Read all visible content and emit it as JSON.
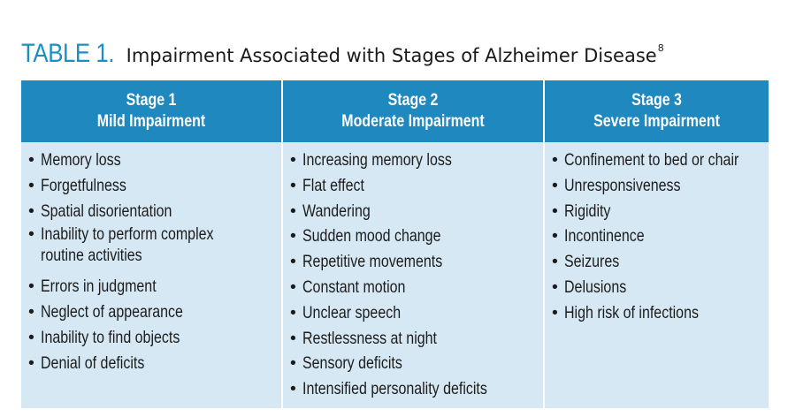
{
  "title": {
    "label": "TABLE 1.",
    "text": "Impairment Associated with Stages of Alzheimer Disease",
    "superscript": "8"
  },
  "colors": {
    "title_label": "#1b8fc4",
    "header_bg": "#1e88bf",
    "body_bg": "#d6e8f3"
  },
  "columns": [
    {
      "stage": "Stage 1",
      "impairment": "Mild Impairment",
      "items": [
        "Memory loss",
        "Forgetfulness",
        "Spatial disorientation",
        "Inability to perform complex routine activities",
        "Errors in judgment",
        "Neglect of appearance",
        "Inability to find objects",
        "Denial of deficits"
      ]
    },
    {
      "stage": "Stage 2",
      "impairment": "Moderate Impairment",
      "items": [
        "Increasing memory loss",
        "Flat effect",
        "Wandering",
        "Sudden mood change",
        "Repetitive movements",
        "Constant motion",
        "Unclear speech",
        "Restlessness at night",
        "Sensory deficits",
        "Intensified personality deficits"
      ]
    },
    {
      "stage": "Stage 3",
      "impairment": "Severe Impairment",
      "items": [
        "Confinement to bed or chair",
        "Unresponsiveness",
        "Rigidity",
        "Incontinence",
        "Seizures",
        "Delusions",
        "High risk of infections"
      ]
    }
  ]
}
